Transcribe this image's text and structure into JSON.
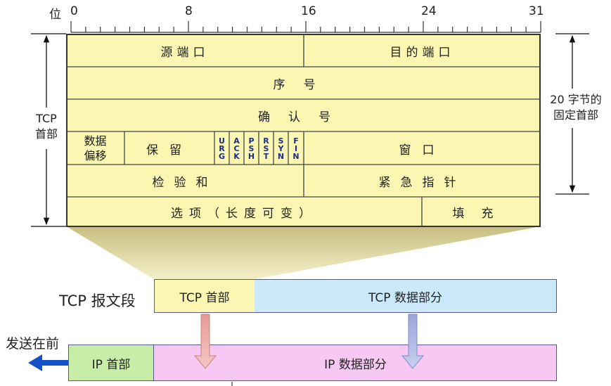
{
  "ruler": {
    "label": "位",
    "ticks": [
      "0",
      "8",
      "16",
      "24",
      "31"
    ]
  },
  "header_fields": {
    "src_port": "源端口",
    "dst_port": "目的端口",
    "seq": "序号",
    "ack": "确认号",
    "data_offset_line1": "数据",
    "data_offset_line2": "偏移",
    "reserved": "保留",
    "flags": [
      [
        "U",
        "R",
        "G"
      ],
      [
        "A",
        "C",
        "K"
      ],
      [
        "P",
        "S",
        "H"
      ],
      [
        "R",
        "S",
        "T"
      ],
      [
        "S",
        "Y",
        "N"
      ],
      [
        "F",
        "I",
        "N"
      ]
    ],
    "window": "窗口",
    "checksum": "检验和",
    "urgent": "紧急指针",
    "options": "选项（长度可变）",
    "padding": "填充"
  },
  "side_labels": {
    "tcp_header_line1": "TCP",
    "tcp_header_line2": "首部",
    "fixed_line1": "20 字节的",
    "fixed_line2": "固定首部"
  },
  "segment": {
    "row_label": "TCP 报文段",
    "tcp_header": "TCP 首部",
    "tcp_data": "TCP 数据部分",
    "send_first": "发送在前",
    "ip_header": "IP 首部",
    "ip_data": "IP 数据部分"
  },
  "colors": {
    "header_fill": "#fbf7b2",
    "tcp_data_fill": "#cce9fb",
    "ip_header_fill": "#c8eda8",
    "ip_data_fill": "#f6c8f3",
    "arrow_blue": "#1450c8"
  }
}
